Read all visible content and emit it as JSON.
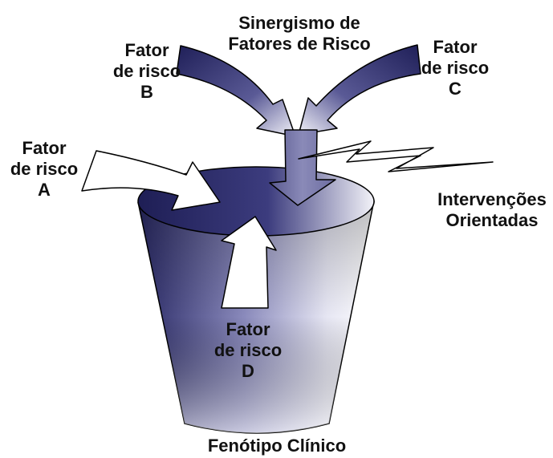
{
  "labels": {
    "synergy": [
      "Sinergismo de",
      "Fatores de Risco"
    ],
    "factor_b": [
      "Fator",
      "de risco",
      "B"
    ],
    "factor_c": [
      "Fator",
      "de risco",
      "C"
    ],
    "factor_a": [
      "Fator",
      "de risco",
      "A"
    ],
    "factor_d": [
      "Fator",
      "de risco",
      "D"
    ],
    "interventions": [
      "Intervenções",
      "Orientadas"
    ],
    "phenotype": "Fenótipo Clínico"
  },
  "colors": {
    "dark_indigo": "#24245c",
    "mid_indigo": "#6e6ea6",
    "light_lavender": "#eeeef8",
    "outline": "#000000"
  }
}
